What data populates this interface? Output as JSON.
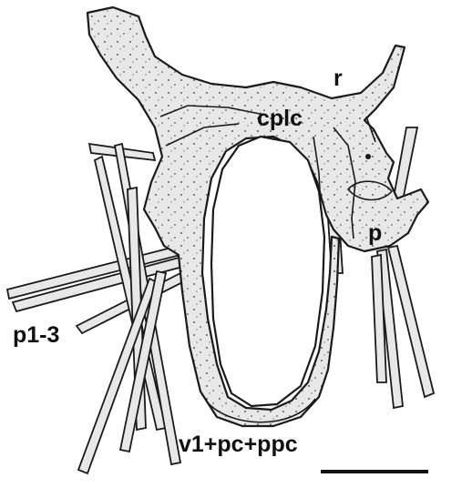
{
  "figure": {
    "labels": {
      "r": "r",
      "cplc": "cplc",
      "p": "p",
      "p1_3": "p1-3",
      "v1_pc_ppc": "v1+pc+ppc"
    },
    "colors": {
      "fill": "#e8e8e8",
      "outline": "#1a1a1a",
      "background": "#ffffff"
    }
  }
}
